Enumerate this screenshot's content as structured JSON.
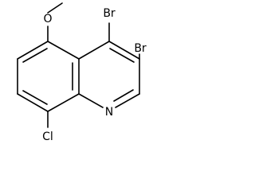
{
  "molecule": {
    "atoms": {
      "methoxy_methyl": "",
      "oxygen": "O",
      "bromine_4": "Br",
      "bromine_3": "Br",
      "nitrogen": "N",
      "chlorine": "Cl"
    }
  }
}
